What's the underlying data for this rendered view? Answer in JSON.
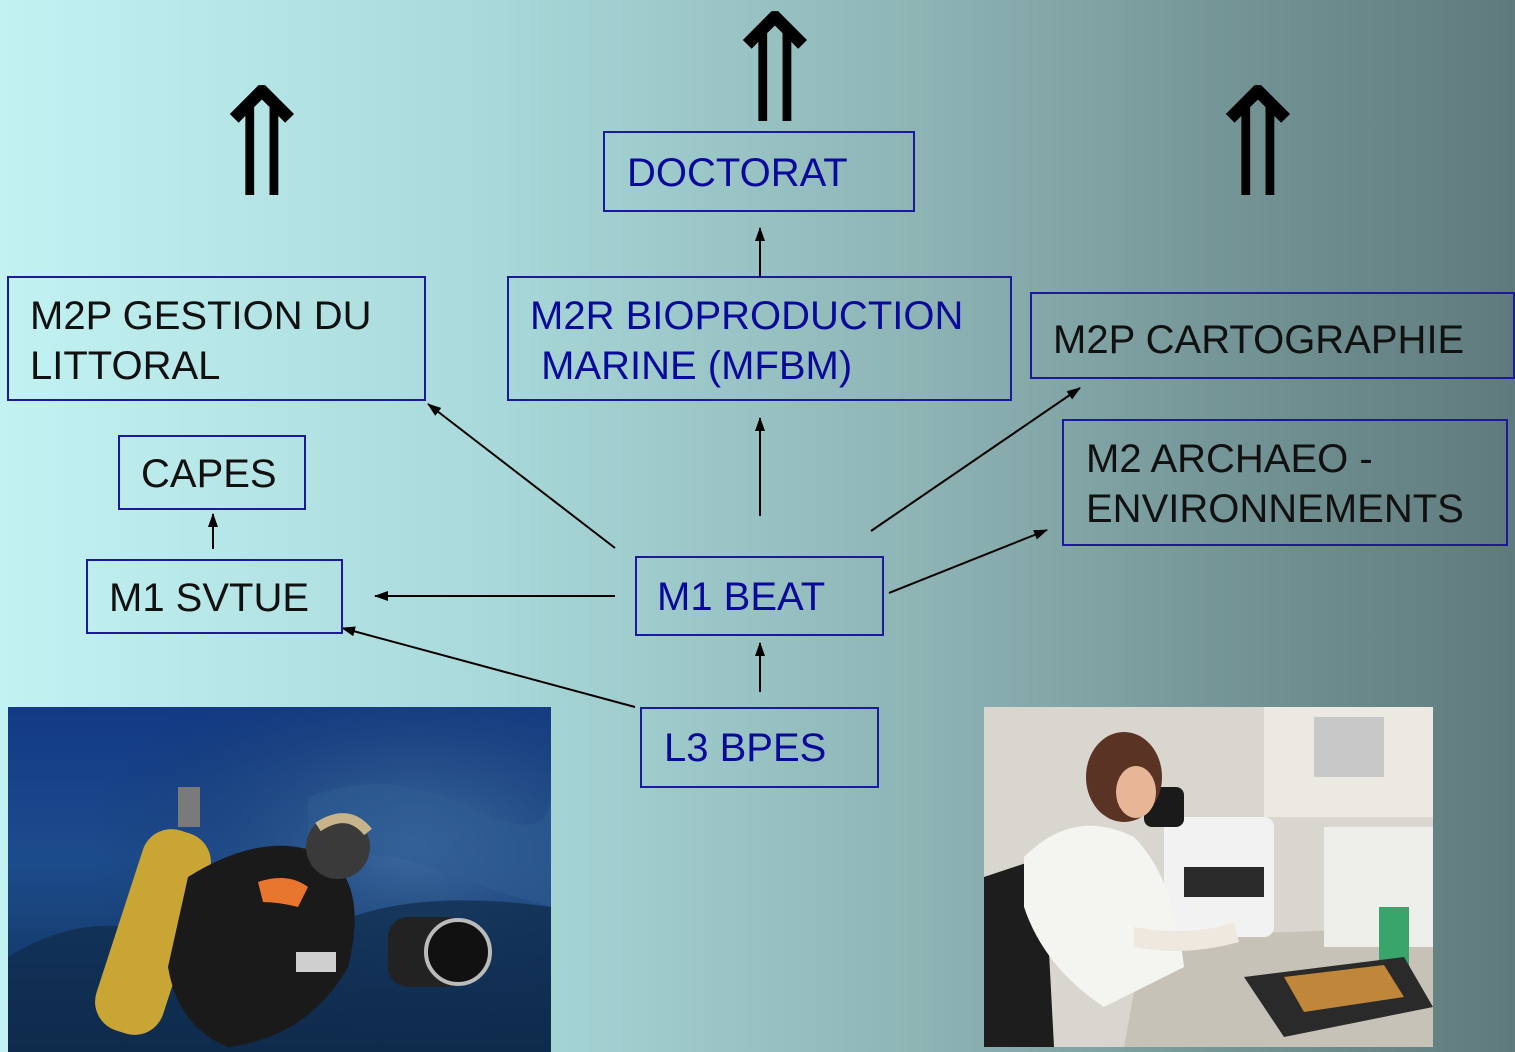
{
  "nodes": {
    "doctorat": "DOCTORAT",
    "m2p_gestion": "M2P GESTION DU\nLITTORAL",
    "m2r_bioproduction": "M2R BIOPRODUCTION\n MARINE (MFBM)",
    "m2p_cartographie": "M2P CARTOGRAPHIE",
    "m2_archaeo": "M2 ARCHAEO -\nENVIRONNEMENTS",
    "capes": "CAPES",
    "m1_svtue": "M1 SVTUE",
    "m1_beat": "M1 BEAT",
    "l3_bpes": "L3 BPES"
  },
  "symbols": {
    "double_up_arrow": "⇑"
  },
  "colors": {
    "box_border": "#1a1a9a",
    "text_blue": "#0a0a9a",
    "text_black": "#111111",
    "arrow": "#000000"
  },
  "images": {
    "left_photo": "scuba-diver-photo",
    "right_photo": "lab-microscope-photo"
  }
}
